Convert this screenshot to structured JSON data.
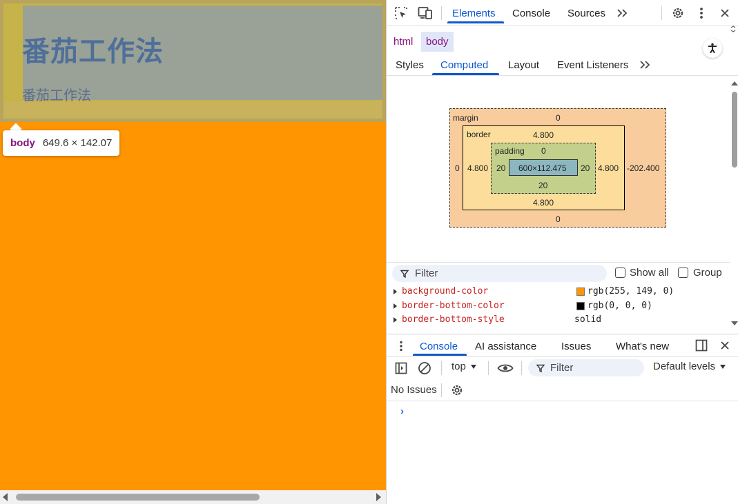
{
  "page": {
    "heading": "番茄工作法",
    "paragraph": "番茄工作法",
    "background_color": "#ff9500"
  },
  "tooltip": {
    "tag": "body",
    "dimensions": "649.6 × 142.07"
  },
  "devtools": {
    "main_tabs": [
      {
        "label": "Elements",
        "active": true
      },
      {
        "label": "Console",
        "active": false
      },
      {
        "label": "Sources",
        "active": false
      }
    ],
    "toolbar_icons": [
      "inspect-element-icon",
      "device-toolbar-icon",
      "more-tabs-icon",
      "settings-gear-icon",
      "kebab-menu-icon",
      "close-icon"
    ],
    "breadcrumbs": [
      {
        "label": "html",
        "selected": false
      },
      {
        "label": "body",
        "selected": true
      }
    ],
    "sub_tabs": [
      {
        "label": "Styles",
        "active": false
      },
      {
        "label": "Computed",
        "active": true
      },
      {
        "label": "Layout",
        "active": false
      },
      {
        "label": "Event Listeners",
        "active": false
      }
    ],
    "box_model": {
      "margin_label": "margin",
      "margin_top": "0",
      "margin_right": "-202.400",
      "margin_bottom": "0",
      "margin_left": "0",
      "border_label": "border",
      "border_top": "4.800",
      "border_right": "4.800",
      "border_bottom": "4.800",
      "border_left": "4.800",
      "padding_label": "padding",
      "padding_top": "0",
      "padding_right": "20",
      "padding_bottom": "20",
      "padding_left": "20",
      "content": "600×112.475"
    },
    "filter": {
      "placeholder": "Filter",
      "show_all_label": "Show all",
      "group_label": "Group"
    },
    "properties": [
      {
        "name": "background-color",
        "value": "rgb(255, 149, 0)",
        "swatch": "#ff9500"
      },
      {
        "name": "border-bottom-color",
        "value": "rgb(0, 0, 0)",
        "swatch": "#000000"
      },
      {
        "name": "border-bottom-style",
        "value": "solid",
        "swatch": ""
      }
    ]
  },
  "drawer": {
    "tabs": [
      {
        "label": "Console",
        "active": true
      },
      {
        "label": "AI assistance",
        "active": false
      },
      {
        "label": "Issues",
        "active": false
      },
      {
        "label": "What's new",
        "active": false
      }
    ],
    "context": "top",
    "filter_placeholder": "Filter",
    "levels": "Default levels",
    "issues_text": "No Issues",
    "prompt": "›"
  },
  "colors": {
    "accent": "#0b57d0",
    "tag": "#881280",
    "prop_name": "#c5221f"
  }
}
